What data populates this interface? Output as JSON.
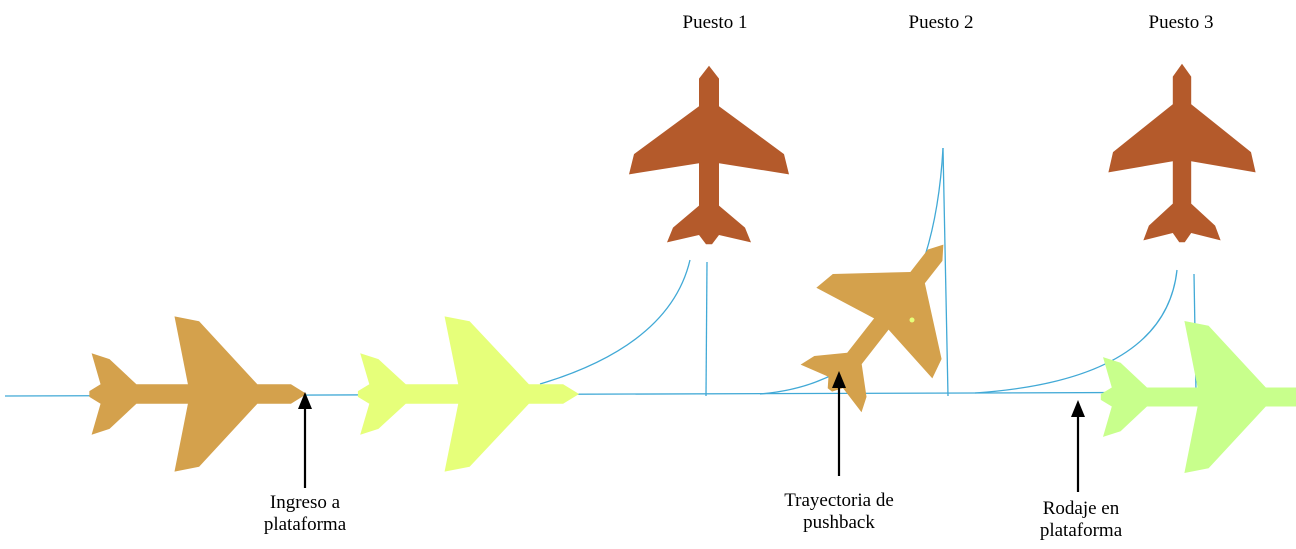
{
  "stands": [
    {
      "label": "Puesto 1"
    },
    {
      "label": "Puesto 2"
    },
    {
      "label": "Puesto 3"
    }
  ],
  "annotations": [
    {
      "lines": [
        "Ingreso a",
        "plataforma"
      ]
    },
    {
      "lines": [
        "Trayectoria de",
        "pushback"
      ]
    },
    {
      "lines": [
        "Rodaje en",
        "plataforma"
      ]
    }
  ],
  "colors": {
    "taxi_line": "#41a9d6",
    "parked_aircraft": "#b45a2b",
    "taxiing_aircraft": "#d4a14c",
    "arriving_aircraft": "#e6ff7a",
    "departing_aircraft": "#c8ff8c",
    "arrow": "#000000",
    "background": "#ffffff"
  }
}
